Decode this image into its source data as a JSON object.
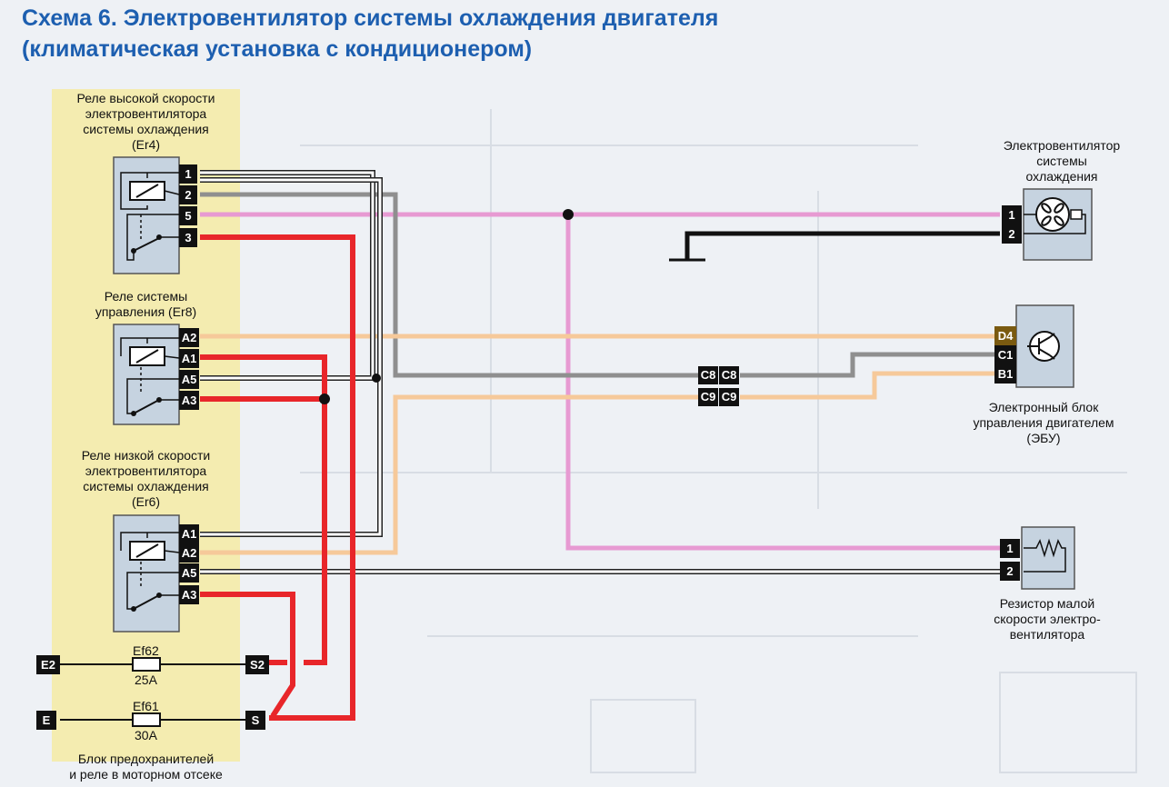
{
  "title": {
    "line1": "Схема 6. Электровентилятор системы охлаждения двигателя",
    "line2": "(климатическая установка с кондиционером)"
  },
  "relays": {
    "er4": {
      "label": [
        "Реле высокой скорости",
        "электровентилятора",
        "системы охлаждения",
        "(Er4)"
      ],
      "pins": [
        "1",
        "2",
        "5",
        "3"
      ]
    },
    "er8": {
      "label": [
        "Реле системы",
        "управления (Er8)"
      ],
      "pins": [
        "A2",
        "A1",
        "A5",
        "A3"
      ]
    },
    "er6": {
      "label": [
        "Реле низкой скорости",
        "электровентилятора",
        "системы охлаждения",
        "(Er6)"
      ],
      "pins": [
        "A1",
        "A2",
        "A5",
        "A3"
      ]
    }
  },
  "fuse_block": {
    "label": [
      "Блок предохранителей",
      "и реле в моторном отсеке"
    ],
    "fuses": [
      {
        "name": "Ef62",
        "rating": "25A",
        "in": "E2",
        "out": "S2"
      },
      {
        "name": "Ef61",
        "rating": "30A",
        "in": "E",
        "out": "S"
      }
    ]
  },
  "fan": {
    "label": [
      "Электровентилятор",
      "системы",
      "охлаждения"
    ],
    "pins": [
      "1",
      "2"
    ]
  },
  "ecu": {
    "label": [
      "Электронный блок",
      "управления двигателем",
      "(ЭБУ)"
    ],
    "pins": [
      "D4",
      "C1",
      "B1"
    ]
  },
  "resistor": {
    "label": [
      "Резистор малой",
      "скорости электро-",
      "вентилятора"
    ],
    "pins": [
      "1",
      "2"
    ]
  },
  "connectors": [
    "C8",
    "C9"
  ],
  "colors": {
    "title": "#1d5fb0",
    "wire_red": "#e8262a",
    "wire_pink": "#e79ad2",
    "wire_grey": "#8f8f8f",
    "wire_beige": "#f6c99a",
    "wire_black": "#111111",
    "relay_panel": "#f4ecb0",
    "component": "#c6d3e0"
  }
}
